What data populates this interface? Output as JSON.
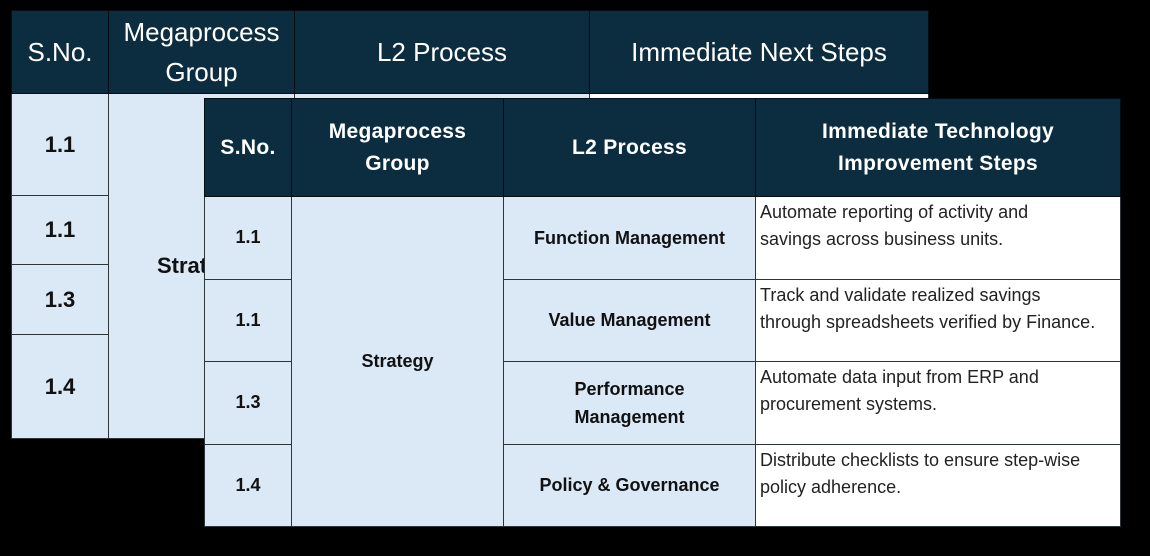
{
  "back_table": {
    "headers": [
      "S.No.",
      "Megaprocess Group",
      "L2 Process",
      "Immediate Next Steps"
    ],
    "header_lines": {
      "megaprocess_1": "Megaprocess",
      "megaprocess_2": "Group"
    },
    "rows": [
      {
        "sno": "1.1"
      },
      {
        "sno": "1.1"
      },
      {
        "sno": "1.3"
      },
      {
        "sno": "1.4"
      }
    ],
    "megaprocess_group_partial": "Strat"
  },
  "front_table": {
    "headers": {
      "sno": "S.No.",
      "megaprocess_1": "Megaprocess",
      "megaprocess_2": "Group",
      "l2": "L2 Process",
      "tech_1": "Immediate Technology",
      "tech_2": "Improvement Steps"
    },
    "megaprocess_group": "Strategy",
    "rows": [
      {
        "sno": "1.1",
        "l2_process": "Function Management",
        "step_line1": "Automate reporting of activity and",
        "step_line2": "savings across business units."
      },
      {
        "sno": "1.1",
        "l2_process": "Value Management",
        "step_line1": "Track and validate realized savings",
        "step_line2": "through spreadsheets verified by Finance."
      },
      {
        "sno": "1.3",
        "l2_process_1": "Performance",
        "l2_process_2": "Management",
        "step_line1": "Automate data input from ERP and",
        "step_line2": "procurement systems."
      },
      {
        "sno": "1.4",
        "l2_process": "Policy & Governance",
        "step_line1": "Distribute checklists to ensure step-wise",
        "step_line2": "policy adherence."
      }
    ]
  },
  "colors": {
    "header_bg": "#0b2d3f",
    "header_text": "#ffffff",
    "cell_bg": "#dbe8f6",
    "desc_bg": "#ffffff",
    "page_bg": "#000000"
  }
}
